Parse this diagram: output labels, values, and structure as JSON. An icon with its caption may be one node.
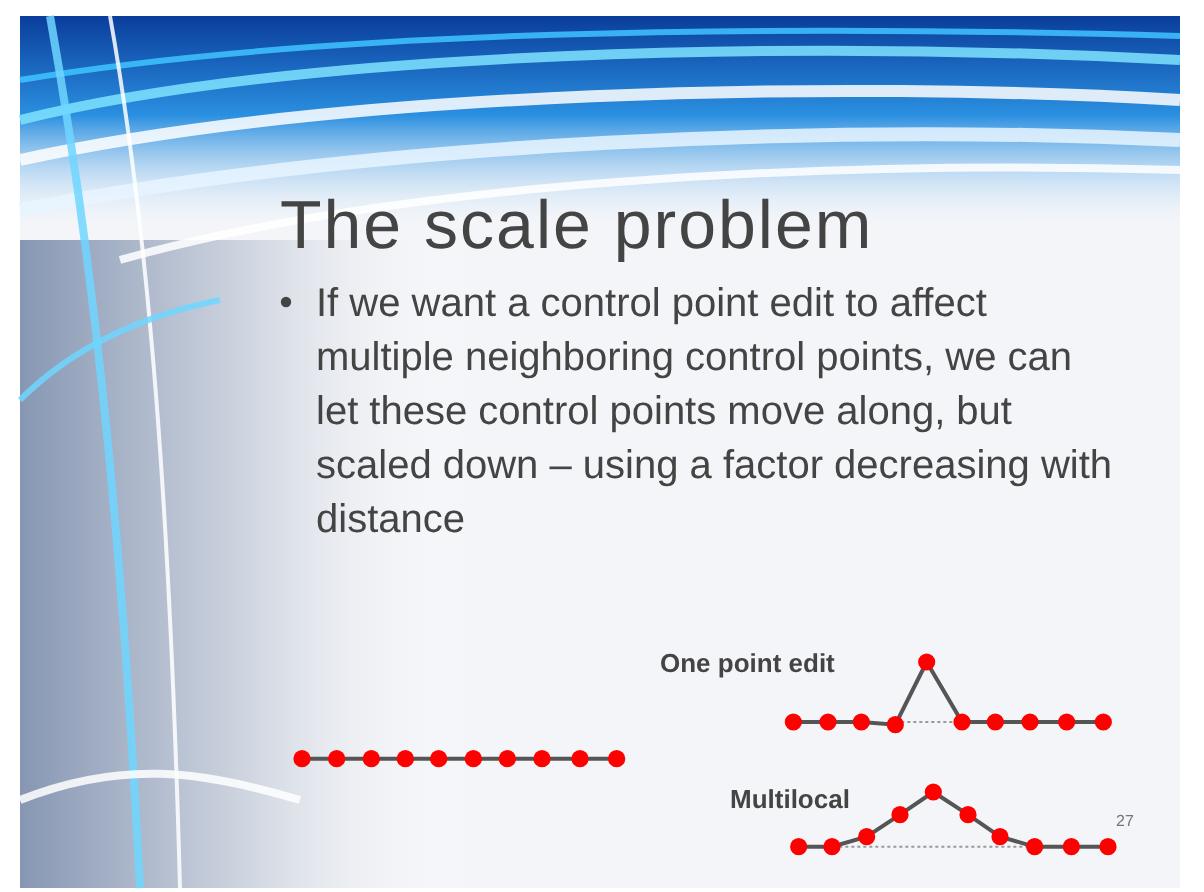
{
  "diagram": {
    "title": "The scale problem",
    "labels": [
      "If we want a control point edit to affect multiple neighboring control points, we can let these control points move along, but scaled down – using a factor decreasing with distance",
      "One point edit",
      "Multilocal",
      "27"
    ]
  }
}
